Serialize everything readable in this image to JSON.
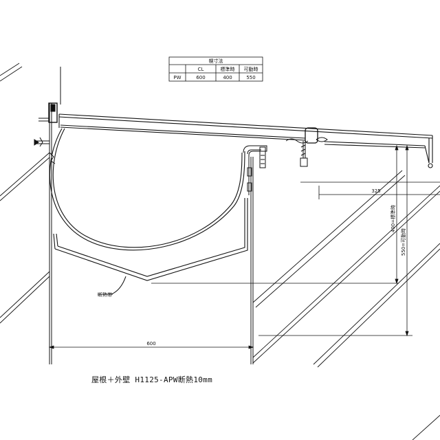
{
  "dimension_table": {
    "title": "幌寸法",
    "columns": [
      "",
      "CL",
      "標準時",
      "可動時"
    ],
    "rows": [
      [
        "PW",
        "600",
        "400",
        "550"
      ]
    ]
  },
  "dimensions": {
    "width_600": "600",
    "width_325": "325",
    "height_standard": "400=標準時",
    "height_movable": "550=可動時"
  },
  "labels": {
    "insulation": "断熱帯"
  },
  "caption": "屋根＋外壁 H1125-APW断熱10mm"
}
